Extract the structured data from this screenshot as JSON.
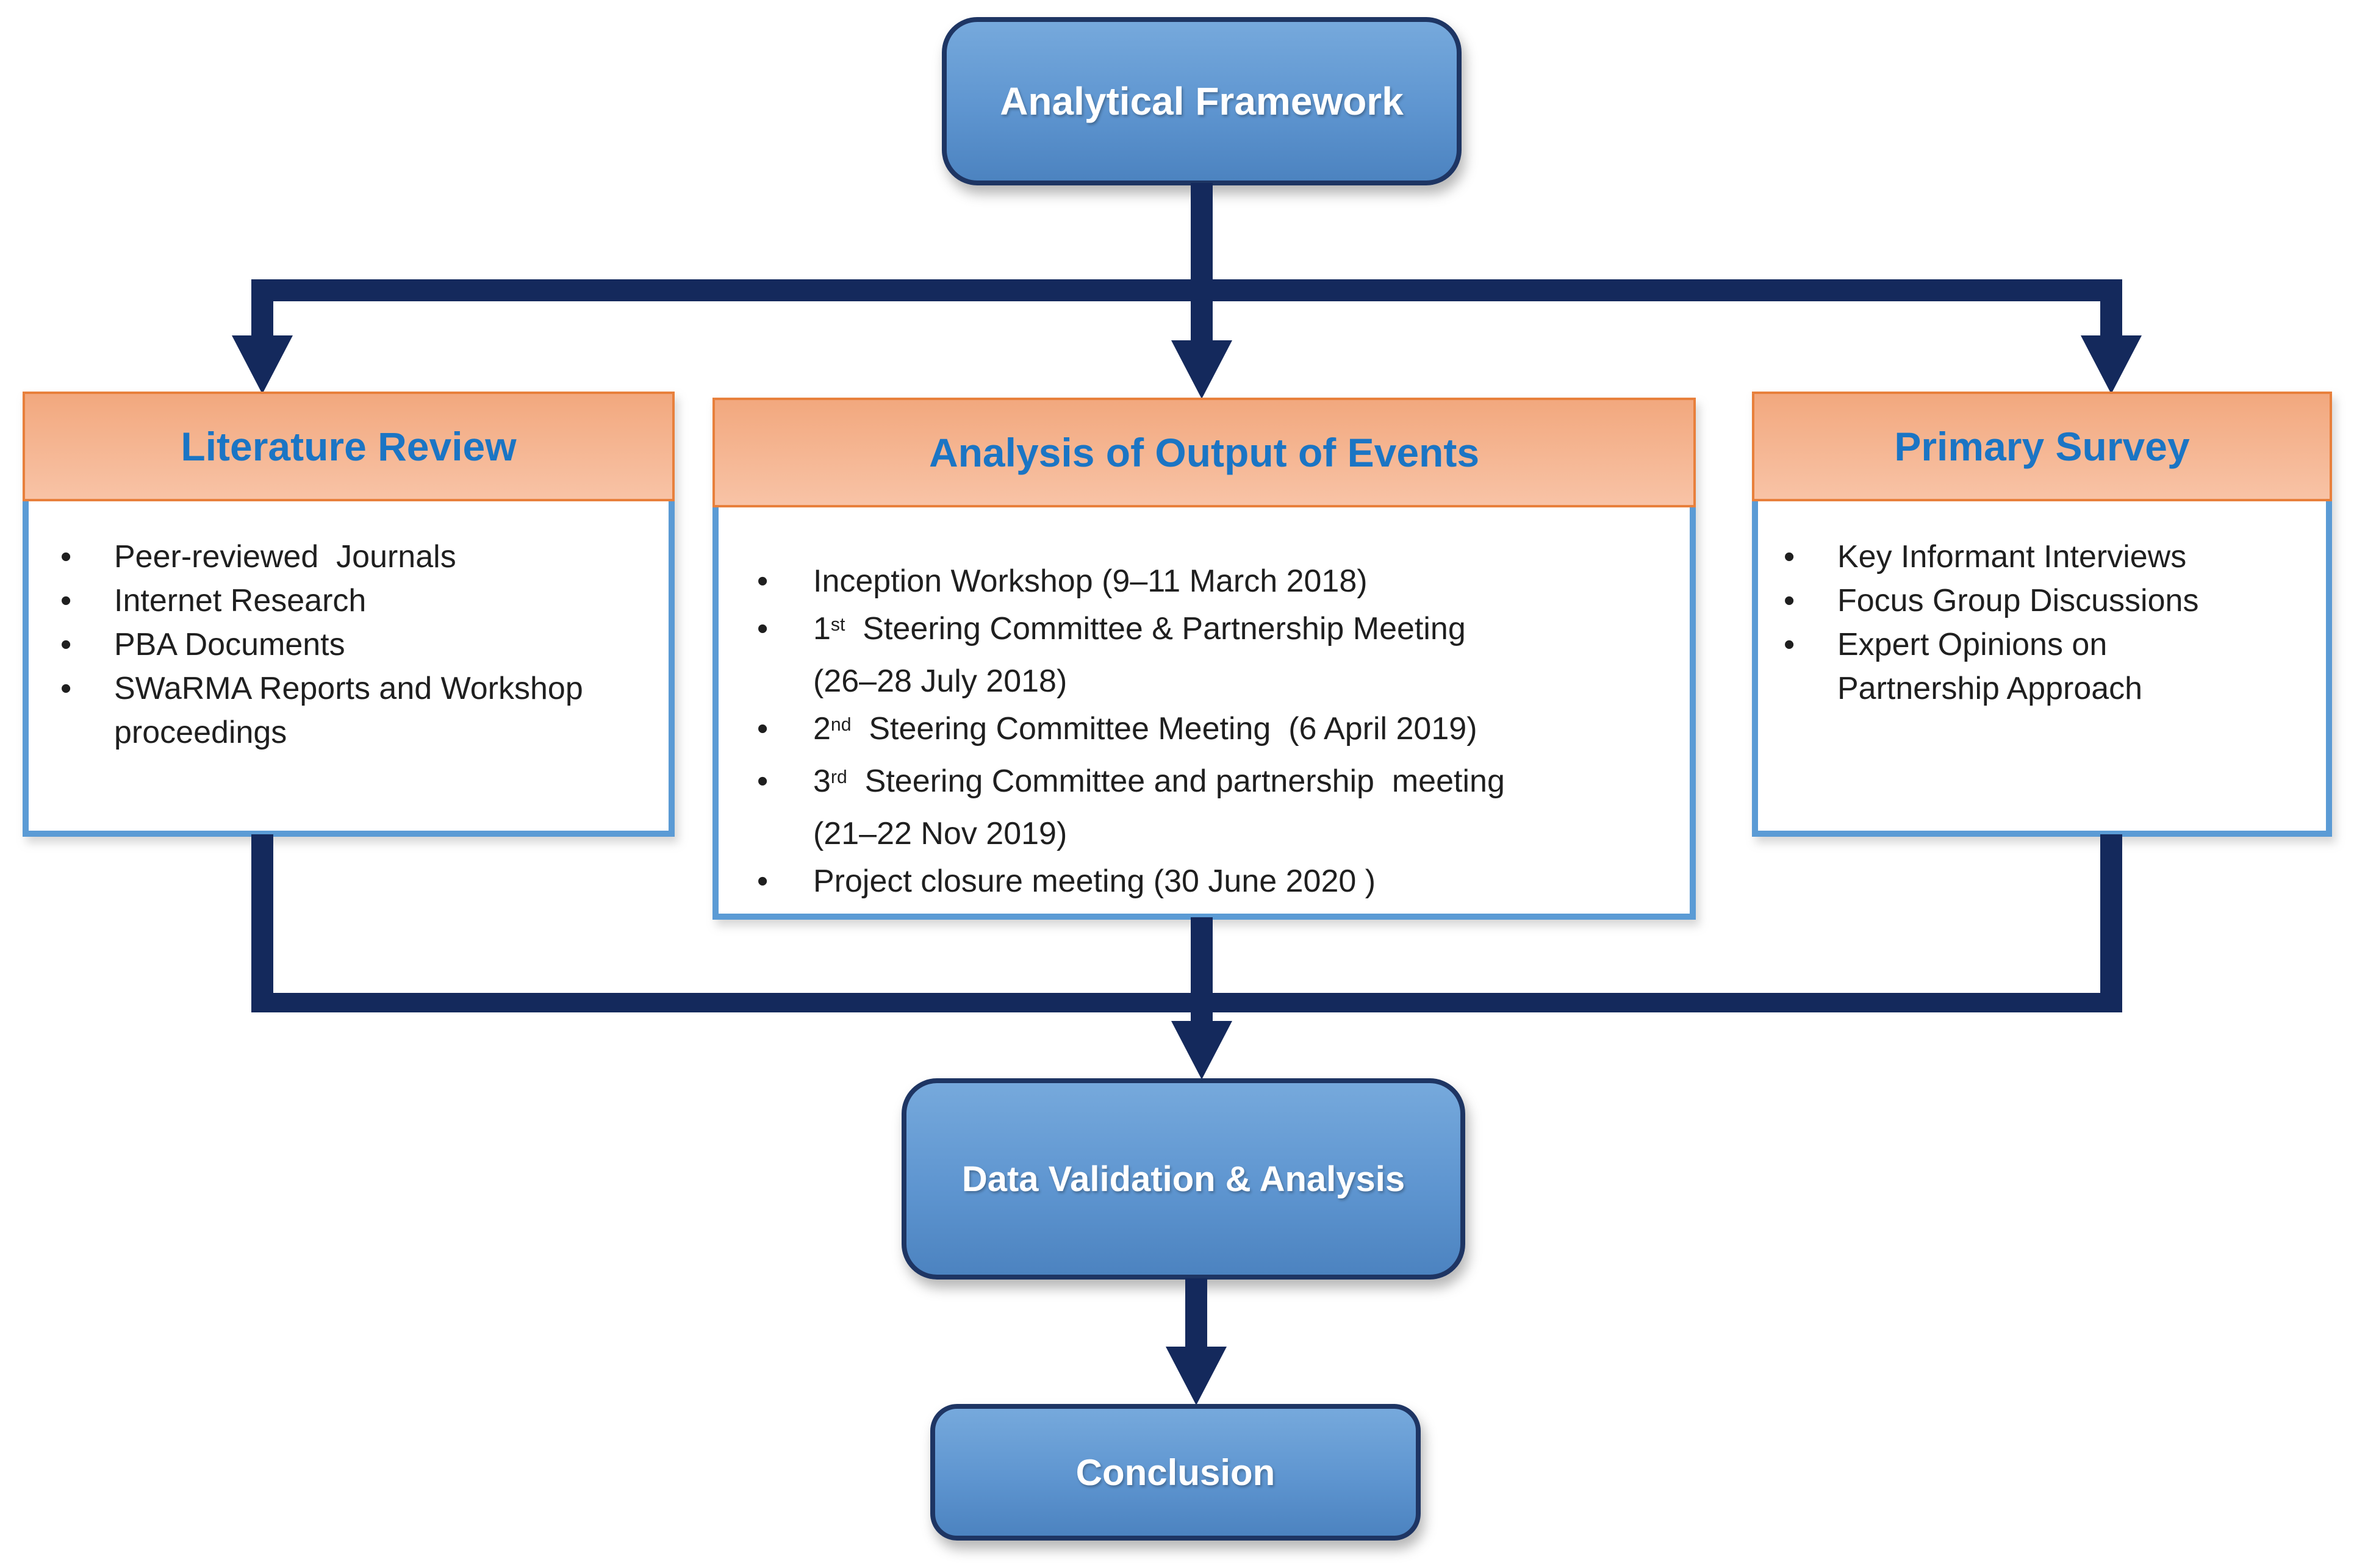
{
  "colors": {
    "navy": "#14295C",
    "border-blue": "#5B9BD5",
    "orange-border": "#E8803C",
    "orange-top": "#F2A87E",
    "orange-bottom": "#F8C3A6",
    "header-text": "#1B75C4",
    "body-text": "#1F1F1F",
    "node-top": "#76A9DC",
    "node-bottom": "#4C83C0",
    "node-border": "#1E3563",
    "node-text": "#FFFFFF"
  },
  "flowchart": {
    "top_node": {
      "label": "Analytical Framework"
    },
    "columns": [
      {
        "header": "Literature Review",
        "items": [
          [
            "Peer-reviewed  Journals"
          ],
          [
            "Internet Research"
          ],
          [
            "PBA Documents"
          ],
          [
            "SWaRMA Reports and Workshop",
            "proceedings"
          ]
        ]
      },
      {
        "header": "Analysis of Output of Events",
        "items": [
          [
            "Inception Workshop (9–11 March 2018)"
          ],
          [
            "1^{st}  Steering Committee & Partnership Meeting",
            "(26–28 July 2018)"
          ],
          [
            "2^{nd}  Steering Committee Meeting  (6 April 2019)"
          ],
          [
            "3^{rd}  Steering Committee and partnership  meeting",
            "(21–22 Nov 2019)"
          ],
          [
            "Project closure meeting (30 June 2020 )"
          ]
        ]
      },
      {
        "header": "Primary Survey",
        "items": [
          [
            "Key Informant Interviews"
          ],
          [
            "Focus Group Discussions"
          ],
          [
            "Expert Opinions on",
            "Partnership Approach"
          ]
        ]
      }
    ],
    "validation_node": {
      "label": "Data Validation & Analysis"
    },
    "conclusion_node": {
      "label": "Conclusion"
    }
  }
}
